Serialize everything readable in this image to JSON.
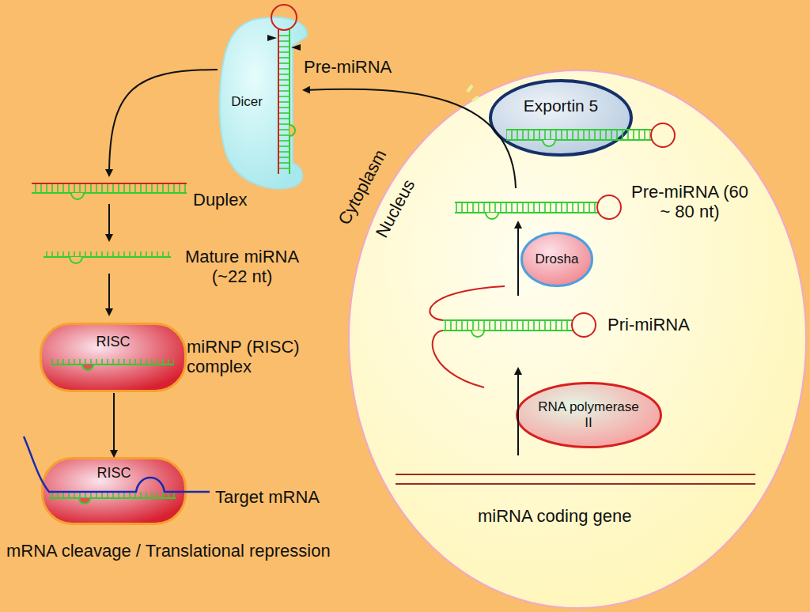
{
  "diagram": {
    "nodes": [
      {
        "text": [
          "Dicer"
        ]
      },
      {
        "text": [
          "Nucleus"
        ]
      },
      {
        "text": [
          "Exportin 5"
        ],
        "in": 1
      },
      {
        "text": [
          "Drosha"
        ],
        "in": 1
      },
      {
        "text": [
          "RNA polymerase II"
        ],
        "in": 1
      },
      {
        "text": [
          "RISC"
        ]
      },
      {
        "text": [
          "RISC"
        ]
      }
    ],
    "edges": [
      {
        "from": 5,
        "to": 6,
        "arrow": "to"
      }
    ],
    "labels": [
      "Pre-miRNA",
      "Duplex",
      "Mature miRNA (~22 nt)",
      "miRNP (RISC) complex",
      "Target mRNA",
      "mRNA cleavage / Translational repression",
      "Cytoplasm",
      "Pre-miRNA (60 ~ 80 nt)",
      "Pri-miRNA",
      "miRNA coding gene"
    ]
  }
}
